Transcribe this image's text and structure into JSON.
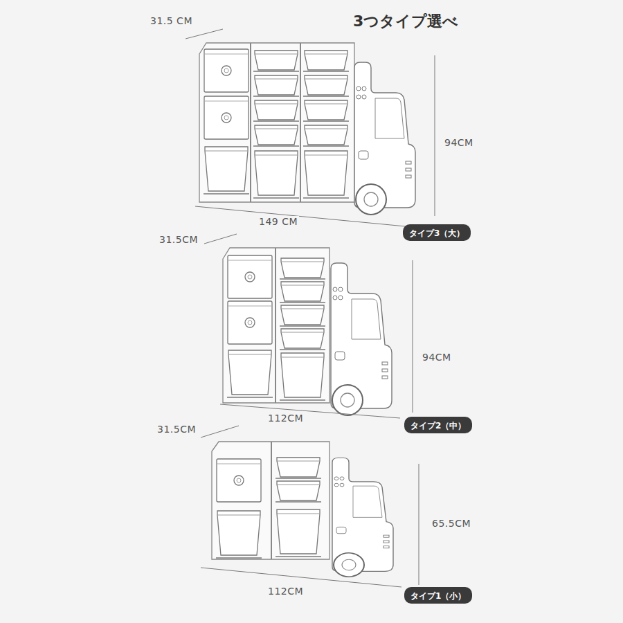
{
  "diagram": {
    "title": "3つタイプ選べ",
    "nodes": [
      {
        "text": [
          "タイプ3（大）"
        ]
      },
      {
        "text": [
          "タイプ2（中）"
        ]
      },
      {
        "text": [
          "タイプ1（小）"
        ]
      }
    ],
    "labels": [
      "31.5 CM",
      "94CM",
      "149 CM",
      "31.5CM",
      "94CM",
      "112CM",
      "31.5CM",
      "65.5CM",
      "112CM"
    ]
  }
}
